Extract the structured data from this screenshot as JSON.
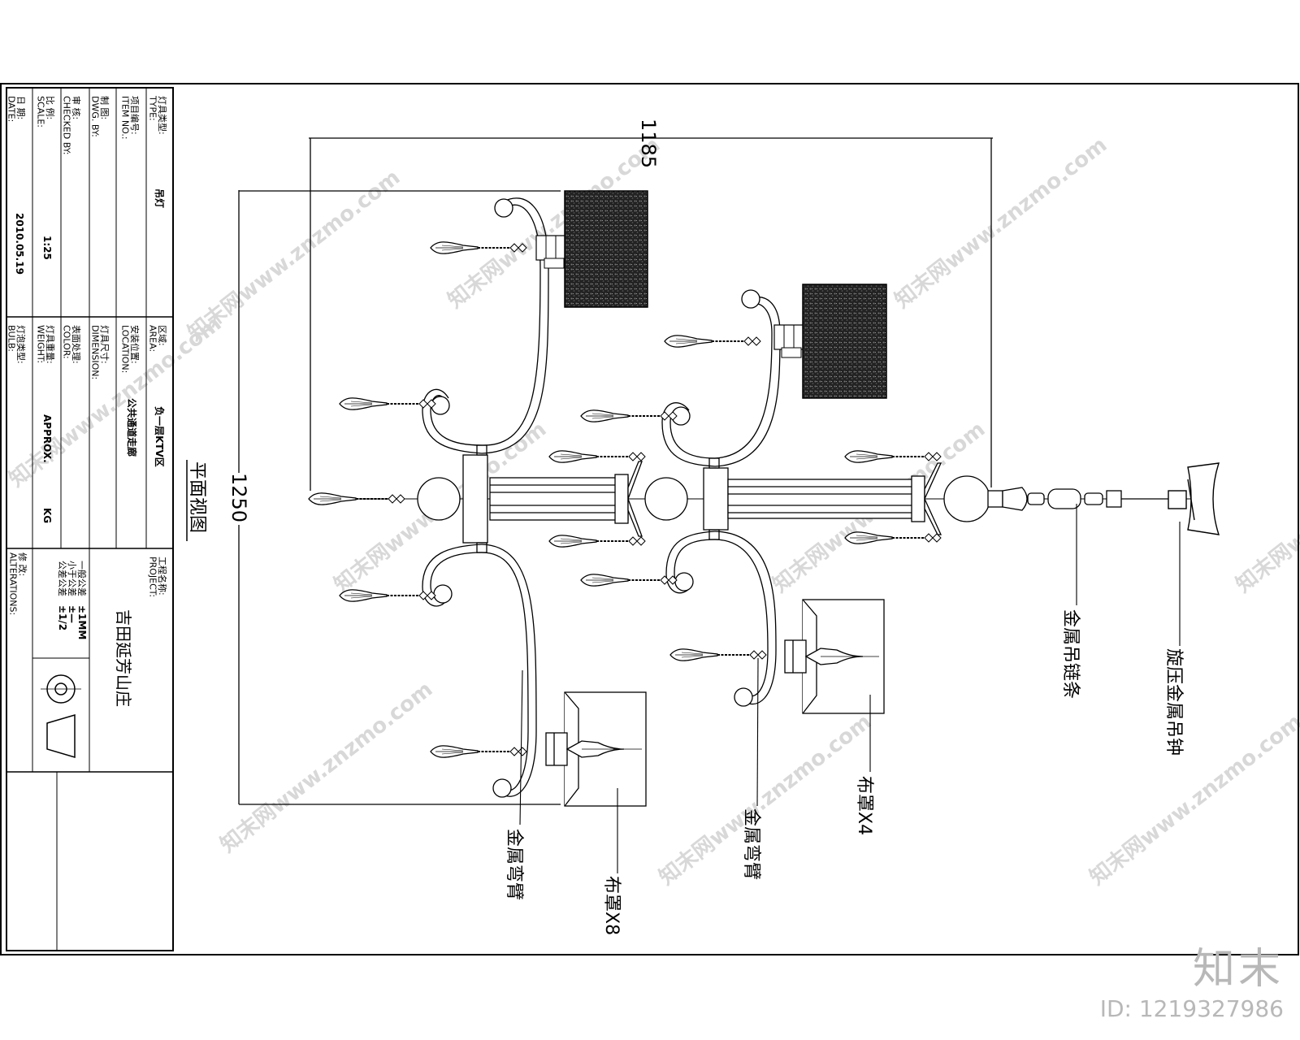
{
  "title_block": {
    "type": {
      "label": "灯具类型:\nTYPE:",
      "value": "吊灯"
    },
    "item_no": {
      "label": "项目编号:\nITEM NO.:",
      "value": ""
    },
    "drawn_by": {
      "label": "制    图:\nDWG. BY:",
      "value": ""
    },
    "checked_by": {
      "label": "审    核:\nCHECKED BY:",
      "value": ""
    },
    "scale": {
      "label": "比    例:\nSCALE:",
      "value": "1:25"
    },
    "date": {
      "label": "日    期:\nDATE:",
      "value": "2010.05.19"
    },
    "area": {
      "label": "区域:\nAREA:",
      "value": "负一层KTV区"
    },
    "location": {
      "label": "安装位置:\nLOCATION:",
      "value": "公共通道走廊"
    },
    "dimension": {
      "label": "灯具尺寸:\nDIMENSION:",
      "value": ""
    },
    "color": {
      "label": "表面处理:\nCOLOR:",
      "value": ""
    },
    "weight": {
      "label": "灯具重量:\nWEIGHT:",
      "value": "APPROX.",
      "unit": "KG"
    },
    "bulb": {
      "label": "灯泡类型:\nBULB:",
      "value": ""
    },
    "project": {
      "label": "工程名称:\nPROJECT:",
      "value": "吉田延芳山庄"
    },
    "tolerance": {
      "lines": [
        "一般公差",
        "小于公差",
        "公差公差"
      ],
      "values": [
        "±1MM",
        "±—",
        "±1/2"
      ]
    },
    "alterations": {
      "label": "修    改:\nALTERATIONS:"
    }
  },
  "view_title": "平面视图",
  "dimensions": {
    "width": "1185",
    "height": "1250"
  },
  "callouts": {
    "chain": "金属吊链条",
    "canopy": "旋压金属吊钟",
    "arm_1": "金属弯臂",
    "arm_2": "金属弯臂",
    "shade_8": "布罩X8",
    "shade_4": "布罩X4"
  },
  "watermark": {
    "text": "知末网www.znzmo.com"
  },
  "brand": {
    "logo": "知末",
    "id": "ID: 1219327986"
  }
}
